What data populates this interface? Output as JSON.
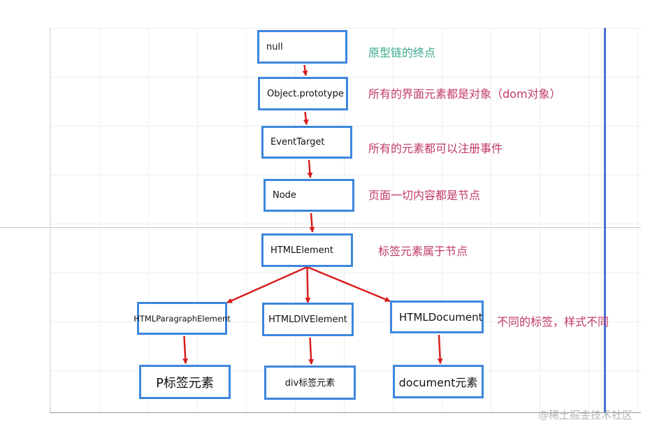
{
  "diagram": {
    "nodes": [
      {
        "id": "null",
        "label": "null"
      },
      {
        "id": "object-prototype",
        "label": "Object.prototype"
      },
      {
        "id": "eventtarget",
        "label": "EventTarget"
      },
      {
        "id": "node",
        "label": "Node"
      },
      {
        "id": "htmlelement",
        "label": "HTMLElement"
      },
      {
        "id": "htmlparagraphelement",
        "label": "HTMLParagraphElement"
      },
      {
        "id": "htmldivelement",
        "label": "HTMLDIVElement"
      },
      {
        "id": "htmldocument",
        "label": "HTMLDocument"
      },
      {
        "id": "p-element",
        "label": "P标签元素"
      },
      {
        "id": "div-element",
        "label": "div标签元素"
      },
      {
        "id": "document-element",
        "label": "document元素"
      }
    ],
    "annotations": [
      {
        "id": "prototype-chain-end",
        "text": "原型链的终点"
      },
      {
        "id": "all-ui-elements-objects",
        "text": "所有的界面元素都是对象（dom对象）"
      },
      {
        "id": "all-elements-register-events",
        "text": "所有的元素都可以注册事件"
      },
      {
        "id": "all-content-nodes",
        "text": "页面一切内容都是节点"
      },
      {
        "id": "tag-elements-nodes",
        "text": "标签元素属于节点"
      },
      {
        "id": "different-tags-styles",
        "text": "不同的标签，样式不同"
      }
    ],
    "edges": [
      {
        "from": "null",
        "to": "object-prototype"
      },
      {
        "from": "object-prototype",
        "to": "eventtarget"
      },
      {
        "from": "eventtarget",
        "to": "node"
      },
      {
        "from": "node",
        "to": "htmlelement"
      },
      {
        "from": "htmlelement",
        "to": "htmlparagraphelement"
      },
      {
        "from": "htmlelement",
        "to": "htmldivelement"
      },
      {
        "from": "htmlelement",
        "to": "htmldocument"
      },
      {
        "from": "htmlparagraphelement",
        "to": "p-element"
      },
      {
        "from": "htmldivelement",
        "to": "div-element"
      },
      {
        "from": "htmldocument",
        "to": "document-element"
      }
    ]
  },
  "watermark": "@稀土掘金技术社区",
  "colors": {
    "node_border": "#3d86dd",
    "arrow": "#d81e1e",
    "note_green": "#3aaa8c",
    "note_red": "#c03a62",
    "divider_blue": "#4a6fd3"
  }
}
